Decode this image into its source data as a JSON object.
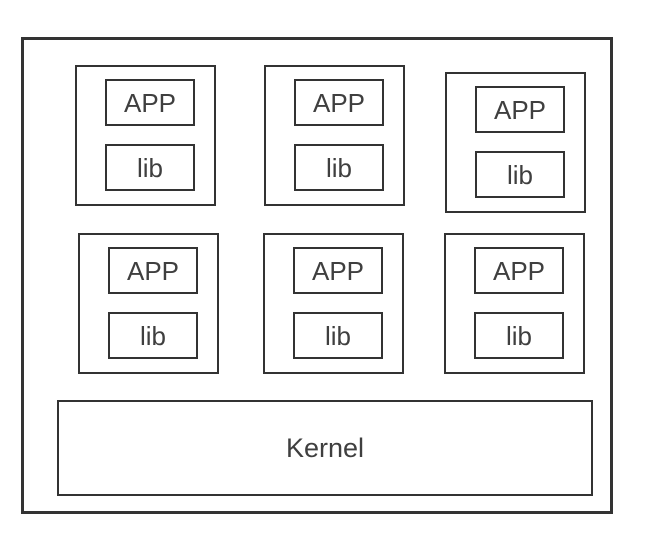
{
  "diagram": {
    "kernel_label": "Kernel",
    "groups": [
      {
        "app_label": "APP",
        "lib_label": "lib"
      },
      {
        "app_label": "APP",
        "lib_label": "lib"
      },
      {
        "app_label": "APP",
        "lib_label": "lib"
      },
      {
        "app_label": "APP",
        "lib_label": "lib"
      },
      {
        "app_label": "APP",
        "lib_label": "lib"
      },
      {
        "app_label": "APP",
        "lib_label": "lib"
      }
    ],
    "colors": {
      "border": "#333333",
      "text": "#3f3f3f",
      "background": "#ffffff"
    }
  }
}
